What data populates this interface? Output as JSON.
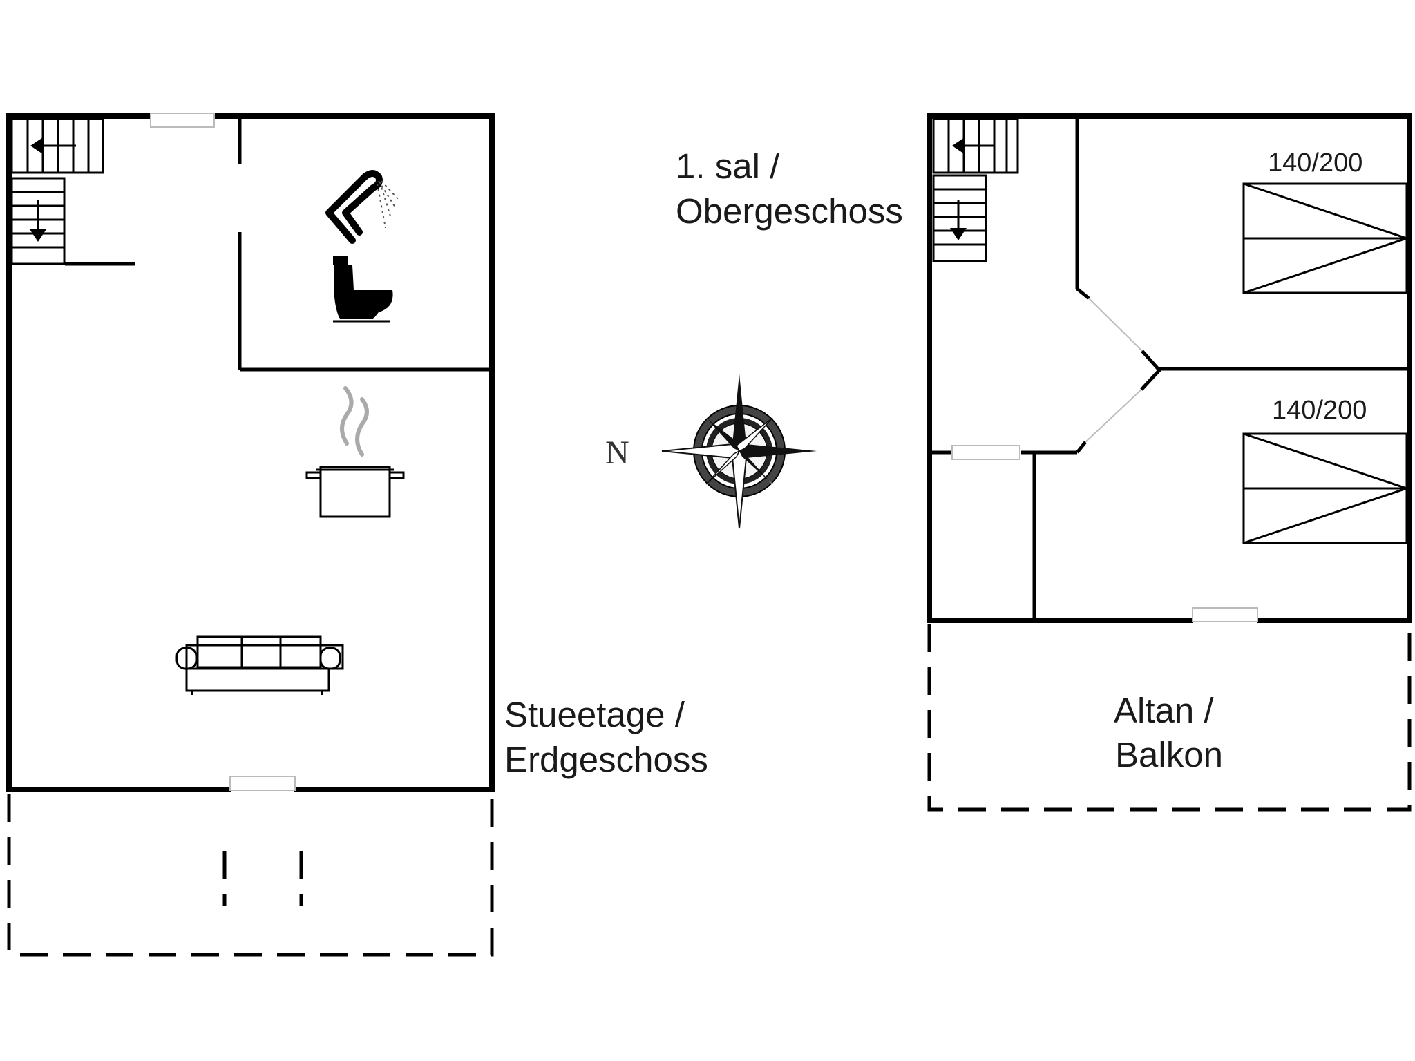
{
  "floors": {
    "ground": {
      "label_line1": "Stueetage /",
      "label_line2": "Erdgeschoss"
    },
    "upper": {
      "label_line1": "1. sal /",
      "label_line2": "Obergeschoss"
    },
    "balcony": {
      "label_line1": "Altan /",
      "label_line2": "Balkon"
    }
  },
  "beds": [
    {
      "size": "140/200"
    },
    {
      "size": "140/200"
    }
  ],
  "compass": {
    "north_label": "N"
  },
  "icons": {
    "ground_floor": [
      "staircase-icon",
      "shower-icon",
      "toilet-icon",
      "cooking-pot-icon",
      "sofa-icon"
    ],
    "upper_floor": [
      "staircase-icon",
      "double-bed-icon",
      "double-bed-icon"
    ],
    "other": [
      "compass-rose-icon"
    ]
  }
}
